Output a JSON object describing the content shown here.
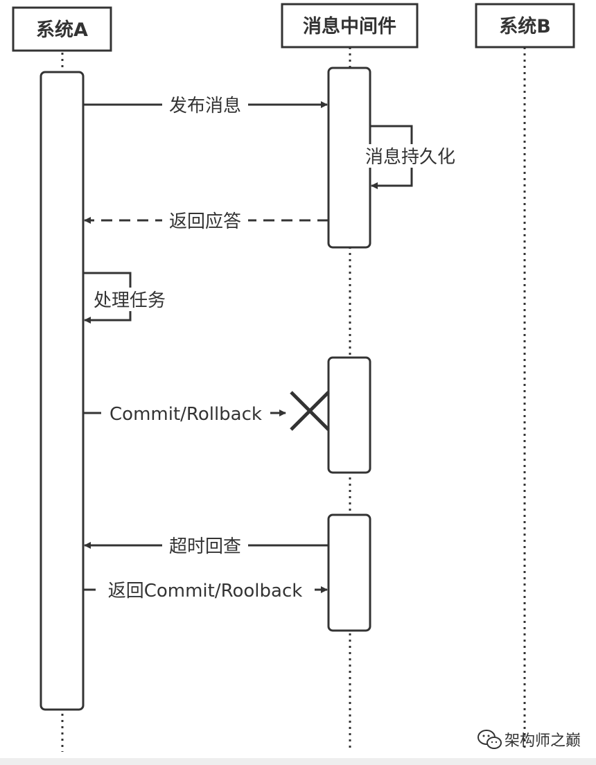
{
  "participants": [
    {
      "id": "A",
      "label": "系统A"
    },
    {
      "id": "M",
      "label": "消息中间件"
    },
    {
      "id": "B",
      "label": "系统B"
    }
  ],
  "messages": [
    {
      "label": "发布消息",
      "from": "系统A",
      "to": "消息中间件",
      "style": "solid"
    },
    {
      "label": "消息持久化",
      "from": "消息中间件",
      "to": "消息中间件",
      "style": "self"
    },
    {
      "label": "返回应答",
      "from": "消息中间件",
      "to": "系统A",
      "style": "dashed"
    },
    {
      "label": "处理任务",
      "from": "系统A",
      "to": "系统A",
      "style": "self"
    },
    {
      "label": "Commit/Rollback",
      "from": "系统A",
      "to": "消息中间件",
      "style": "lost"
    },
    {
      "label": "超时回查",
      "from": "消息中间件",
      "to": "系统A",
      "style": "solid"
    },
    {
      "label": "返回Commit/Roolback",
      "from": "系统A",
      "to": "消息中间件",
      "style": "solid"
    }
  ],
  "watermark": {
    "text": "架构师之巅",
    "icon": "wechat-icon"
  }
}
